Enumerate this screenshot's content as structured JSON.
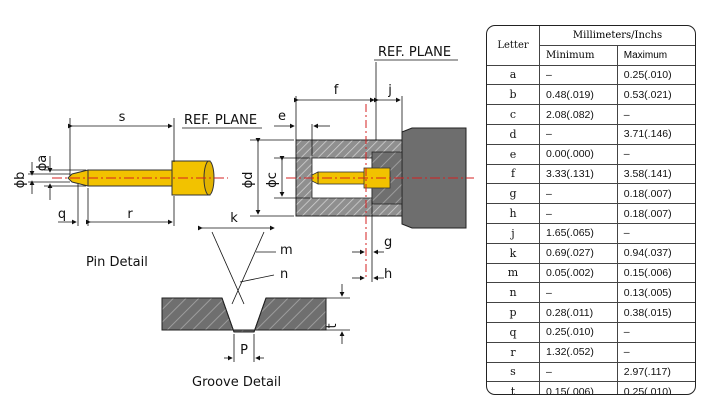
{
  "drawing": {
    "ref_plane_top": "REF. PLANE",
    "ref_plane_pin": "REF. PLANE",
    "pin_caption": "Pin Detail",
    "groove_caption": "Groove Detail",
    "labels": {
      "s": "s",
      "a": "ϕa",
      "b": "ϕb",
      "q": "q",
      "r": "r",
      "e": "e",
      "f": "f",
      "j": "j",
      "d": "ϕd",
      "c": "ϕc",
      "g": "g",
      "h": "h",
      "k": "k",
      "m": "m",
      "n": "n",
      "p": "P",
      "t": "t"
    }
  },
  "table": {
    "header_letter": "Letter",
    "header_units": "Millimeters/Inchs",
    "header_min": "Minimum",
    "header_max": "Maximum",
    "rows": [
      {
        "letter": "a",
        "min": "–",
        "max": "0.25(.010)"
      },
      {
        "letter": "b",
        "min": "0.48(.019)",
        "max": "0.53(.021)"
      },
      {
        "letter": "c",
        "min": "2.08(.082)",
        "max": "–"
      },
      {
        "letter": "d",
        "min": "–",
        "max": "3.71(.146)"
      },
      {
        "letter": "e",
        "min": "0.00(.000)",
        "max": "–"
      },
      {
        "letter": "f",
        "min": "3.33(.131)",
        "max": "3.58(.141)"
      },
      {
        "letter": "g",
        "min": "–",
        "max": "0.18(.007)"
      },
      {
        "letter": "h",
        "min": "–",
        "max": "0.18(.007)"
      },
      {
        "letter": "j",
        "min": "1.65(.065)",
        "max": "–"
      },
      {
        "letter": "k",
        "min": "0.69(.027)",
        "max": "0.94(.037)"
      },
      {
        "letter": "m",
        "min": "0.05(.002)",
        "max": "0.15(.006)"
      },
      {
        "letter": "n",
        "min": "–",
        "max": "0.13(.005)"
      },
      {
        "letter": "p",
        "min": "0.28(.011)",
        "max": "0.38(.015)"
      },
      {
        "letter": "q",
        "min": "0.25(.010)",
        "max": "–"
      },
      {
        "letter": "r",
        "min": "1.32(.052)",
        "max": "–"
      },
      {
        "letter": "s",
        "min": "–",
        "max": "2.97(.117)"
      },
      {
        "letter": "t",
        "min": "0.15(.006)",
        "max": "0.25(.010)"
      }
    ]
  },
  "colors": {
    "pin_gold": "#f2c200",
    "pin_gold_dark": "#c99a00",
    "body_grey": "#6e6e6e",
    "hatch_grey": "#9a9a9a",
    "center_line": "#d62020"
  }
}
